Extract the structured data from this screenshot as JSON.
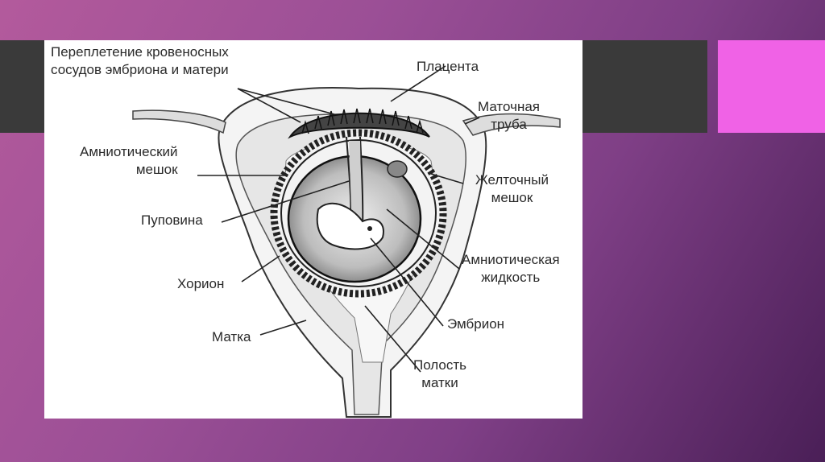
{
  "slide": {
    "colors": {
      "band": "#3a3a3a",
      "accent": "#f062e6",
      "figure_bg": "#ffffff"
    }
  },
  "labels": {
    "vessels": [
      "Переплетение кровеносных",
      "сосудов эмбриона и матери"
    ],
    "placenta": [
      "Плацента"
    ],
    "tube": [
      "Маточная",
      "труба"
    ],
    "amnion_sac": [
      "Амниотический",
      "мешок"
    ],
    "yolk_sac": [
      "Желточный",
      "мешок"
    ],
    "cord": [
      "Пуповина"
    ],
    "amnion_fluid": [
      "Амниотическая",
      "жидкость"
    ],
    "chorion": [
      "Хорион"
    ],
    "embryo": [
      "Эмбрион"
    ],
    "uterus": [
      "Матка"
    ],
    "cavity": [
      "Полость",
      "матки"
    ]
  }
}
